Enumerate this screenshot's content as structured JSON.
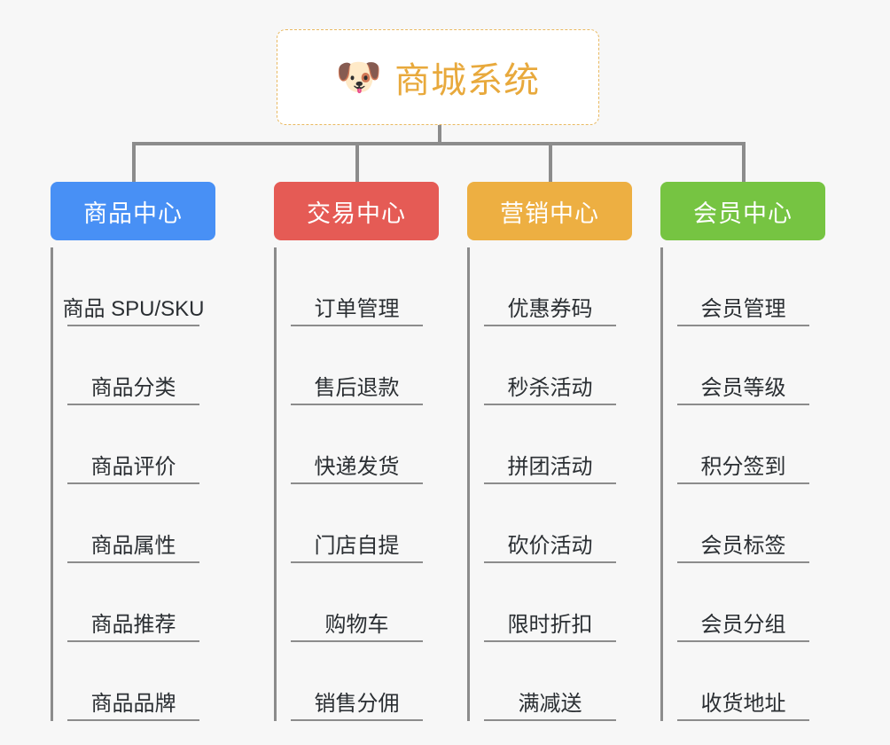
{
  "page": {
    "background_color": "#f7f7f7",
    "connector_color": "#8c8c8c"
  },
  "root": {
    "icon": "shiba-dog-face",
    "icon_glyph": "🐶",
    "title": "商城系统",
    "title_color": "#e8a93c",
    "border_color": "#e9b961",
    "background_color": "#ffffff"
  },
  "branches": [
    {
      "title": "商品中心",
      "color": "#4890f5",
      "items": [
        "商品 SPU/SKU",
        "商品分类",
        "商品评价",
        "商品属性",
        "商品推荐",
        "商品品牌"
      ]
    },
    {
      "title": "交易中心",
      "color": "#e55b55",
      "items": [
        "订单管理",
        "售后退款",
        "快递发货",
        "门店自提",
        "购物车",
        "销售分佣"
      ]
    },
    {
      "title": "营销中心",
      "color": "#edaf42",
      "items": [
        "优惠券码",
        "秒杀活动",
        "拼团活动",
        "砍价活动",
        "限时折扣",
        "满减送"
      ]
    },
    {
      "title": "会员中心",
      "color": "#76c442",
      "items": [
        "会员管理",
        "会员等级",
        "积分签到",
        "会员标签",
        "会员分组",
        "收货地址"
      ]
    }
  ]
}
